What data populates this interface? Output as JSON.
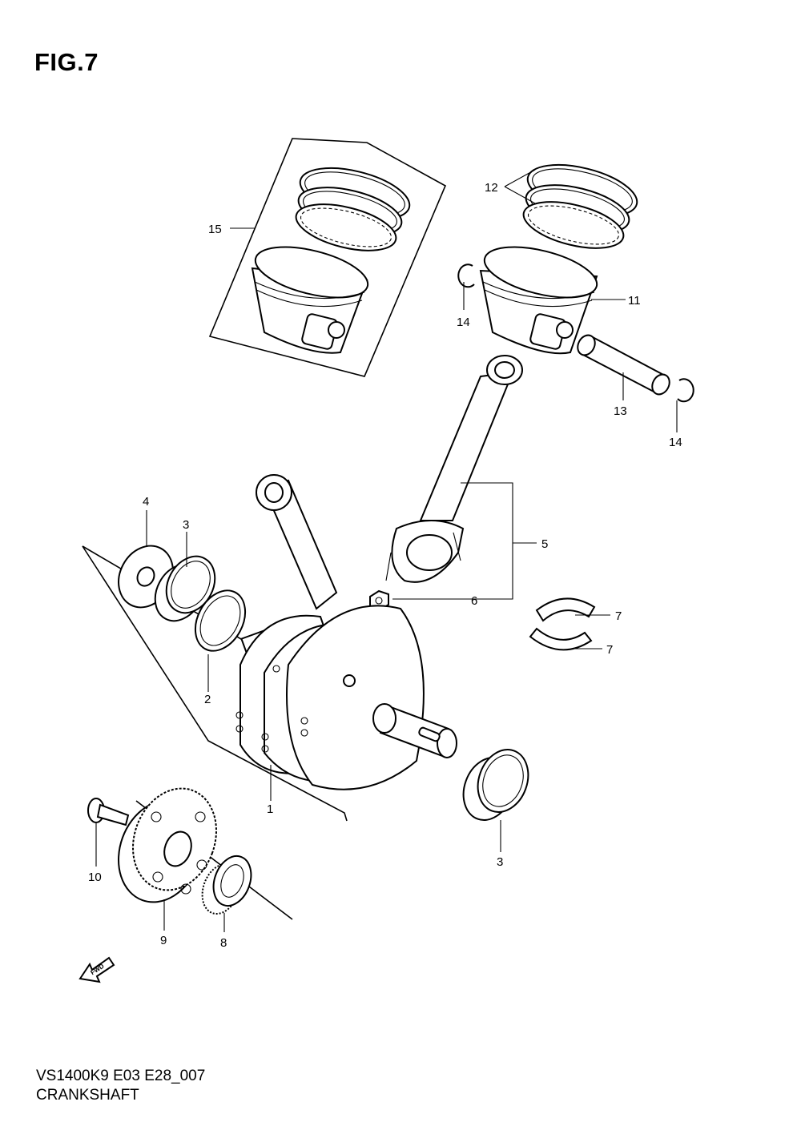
{
  "figure": {
    "title": "FIG.7"
  },
  "footer": {
    "model_code": "VS1400K9 E03 E28_007",
    "section": "CRANKSHAFT"
  },
  "fwd_mark": "FWD",
  "callouts": [
    {
      "id": "c15",
      "label": "15",
      "part": "piston-and-ring-set"
    },
    {
      "id": "c12",
      "label": "12",
      "part": "piston-ring-set"
    },
    {
      "id": "c11",
      "label": "11",
      "part": "piston"
    },
    {
      "id": "c14a",
      "label": "14",
      "part": "circlip"
    },
    {
      "id": "c13",
      "label": "13",
      "part": "piston-pin"
    },
    {
      "id": "c14b",
      "label": "14",
      "part": "circlip"
    },
    {
      "id": "c5",
      "label": "5",
      "part": "connecting-rod"
    },
    {
      "id": "c6",
      "label": "6",
      "part": "connecting-rod-nut"
    },
    {
      "id": "c4",
      "label": "4",
      "part": "washer"
    },
    {
      "id": "c3a",
      "label": "3",
      "part": "crank-bearing"
    },
    {
      "id": "c7a",
      "label": "7",
      "part": "conrod-bearing"
    },
    {
      "id": "c7b",
      "label": "7",
      "part": "conrod-bearing"
    },
    {
      "id": "c2",
      "label": "2",
      "part": "thrust-ring"
    },
    {
      "id": "c1",
      "label": "1",
      "part": "crankshaft"
    },
    {
      "id": "c3b",
      "label": "3",
      "part": "crank-bearing"
    },
    {
      "id": "c10",
      "label": "10",
      "part": "bolt"
    },
    {
      "id": "c9",
      "label": "9",
      "part": "starter-driven-gear"
    },
    {
      "id": "c8",
      "label": "8",
      "part": "needle-bearing"
    }
  ]
}
